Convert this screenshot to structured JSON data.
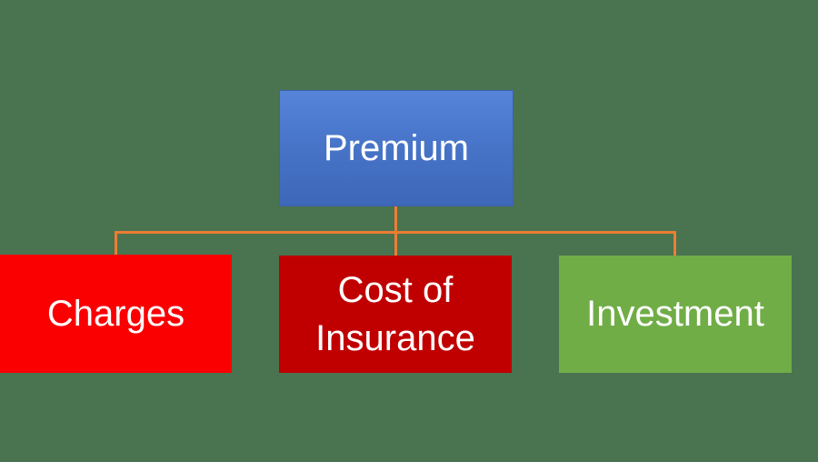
{
  "diagram": {
    "type": "hierarchy-chart",
    "background_color": "#4A7350",
    "text_color": "#FFFFFF",
    "connector_color": "#ED7D31",
    "root": {
      "label": "Premium",
      "fill_color": "#4472C4"
    },
    "children": [
      {
        "label": "Charges",
        "fill_color": "#FA0000"
      },
      {
        "label": "Cost of Insurance",
        "fill_color": "#C00000"
      },
      {
        "label": "Investment",
        "fill_color": "#70AD47"
      }
    ]
  }
}
